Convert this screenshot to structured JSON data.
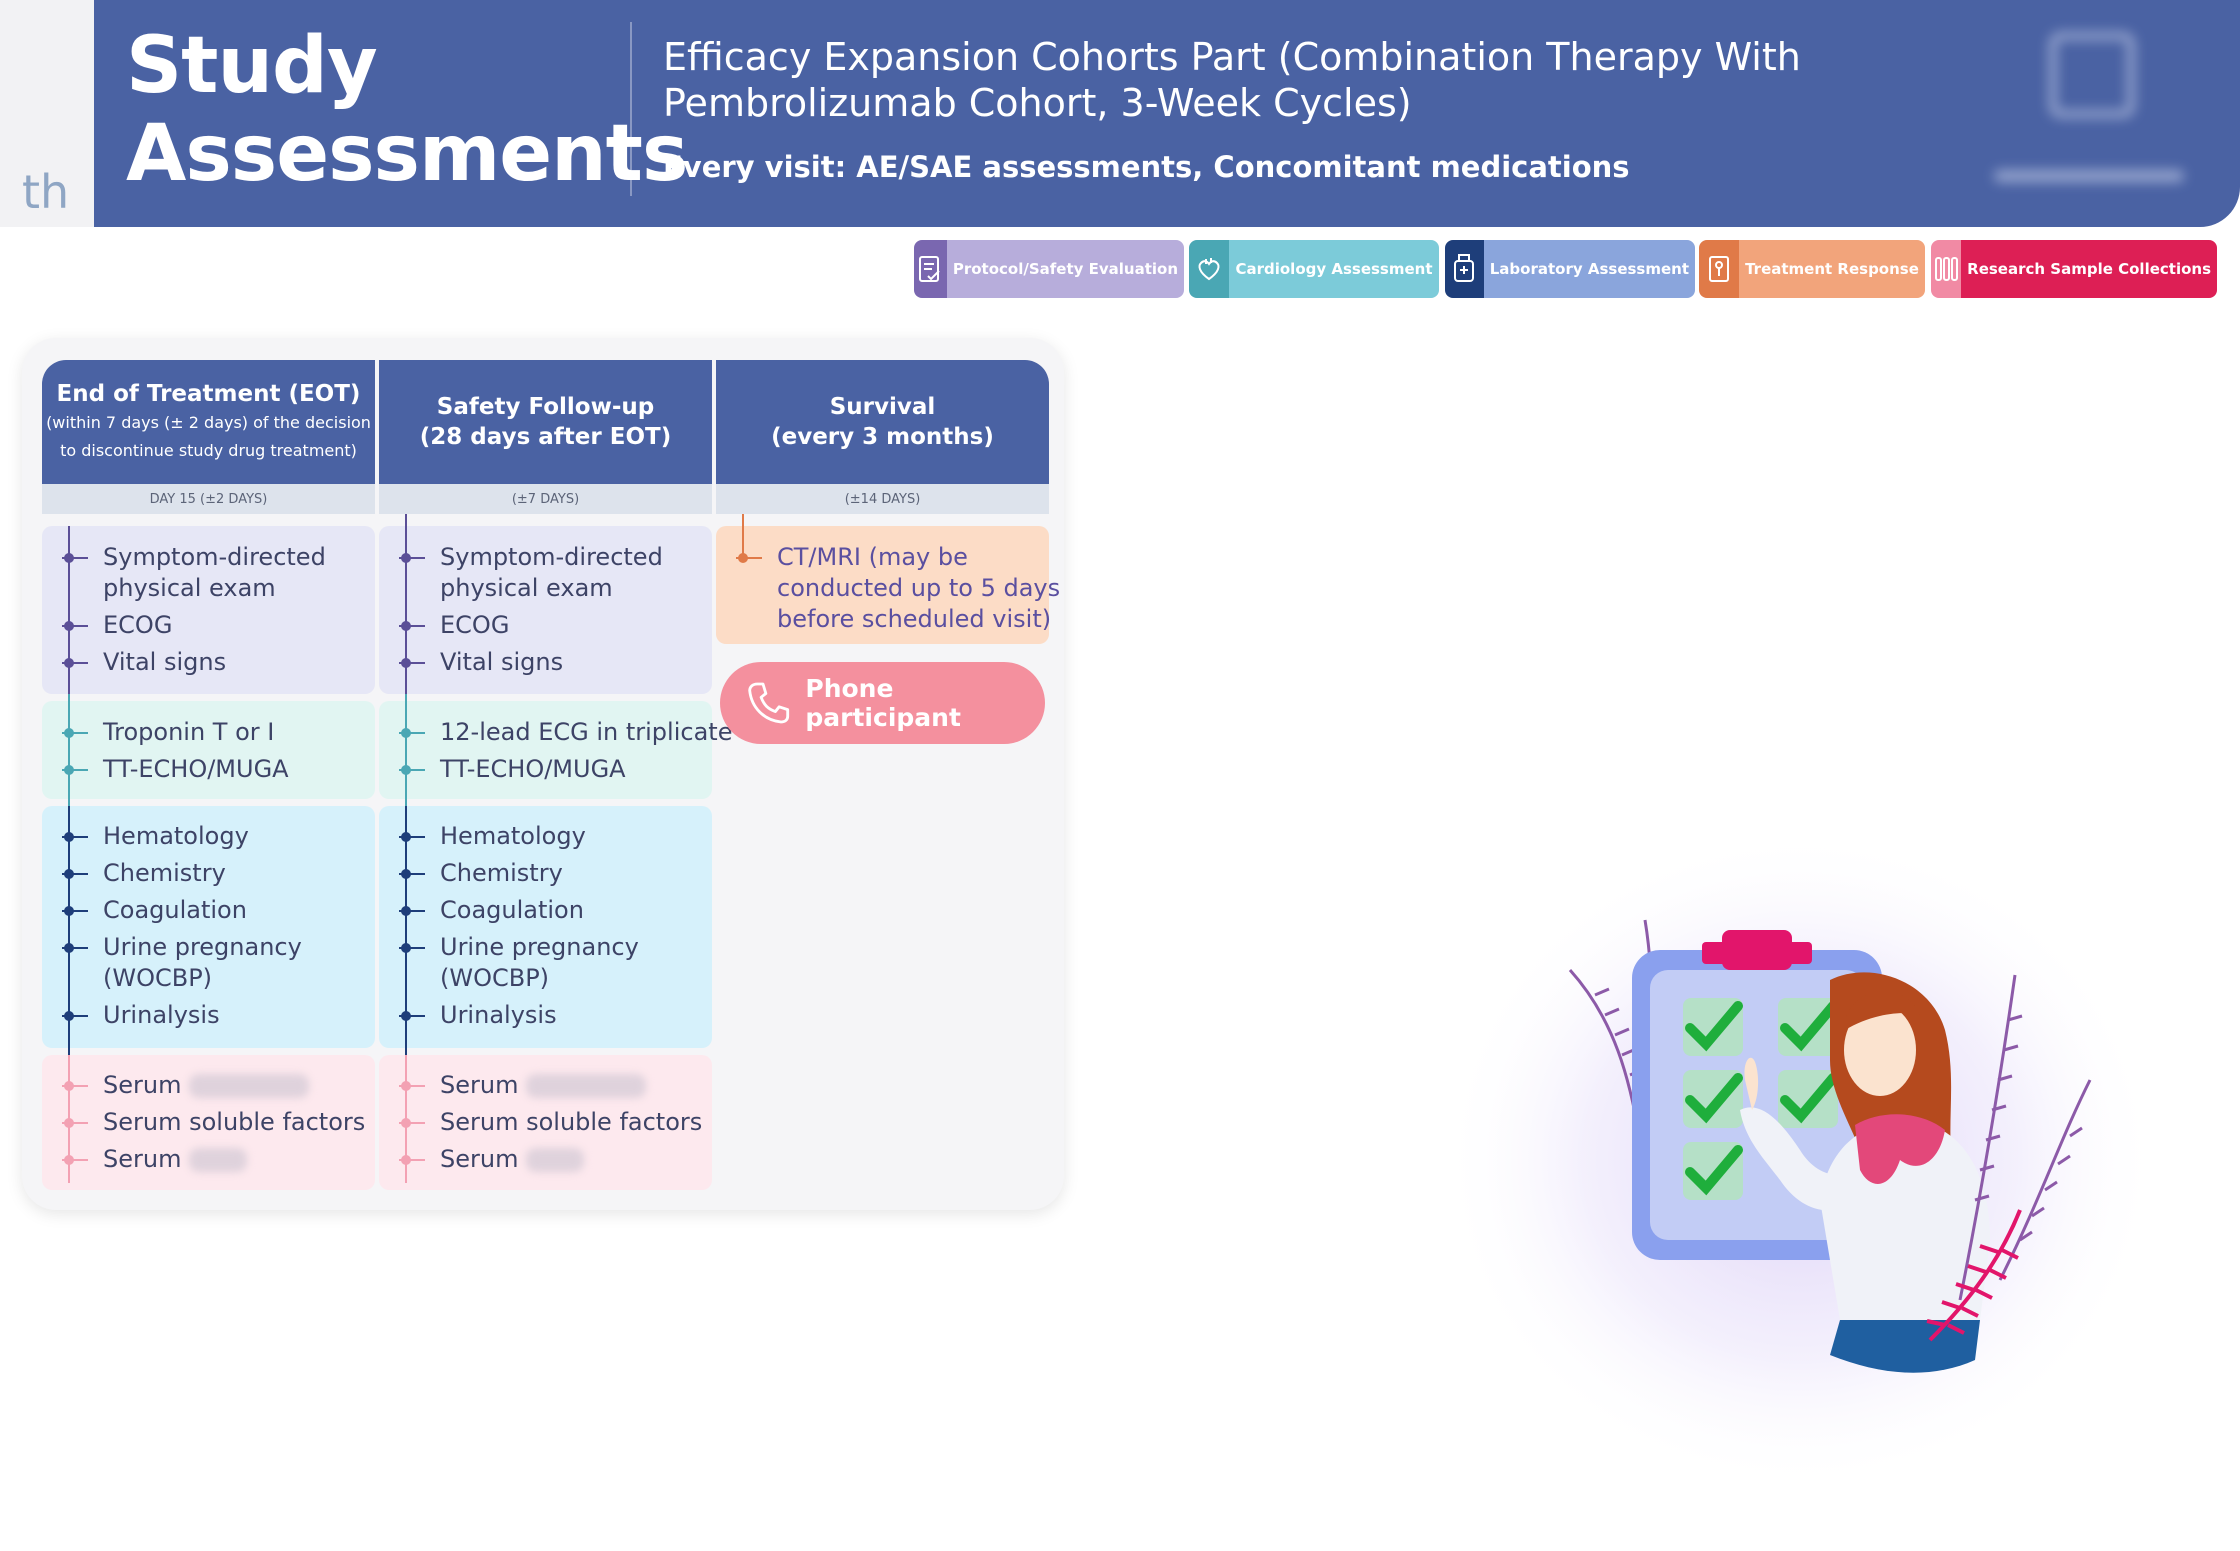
{
  "side_tab": {
    "text": "th"
  },
  "header": {
    "title_line1": "Study",
    "title_line2": "Assessments",
    "subtitle": "Efficacy Expansion Cohorts Part (Combination Therapy With Pembrolizumab Cohort, 3-Week Cycles)",
    "note": "Every visit: AE/SAE assessments, Concomitant medications"
  },
  "legend": [
    {
      "label": "Protocol/Safety Evaluation",
      "icon": "clipboard-icon",
      "color": "#b7addb",
      "icon_bg": "#7a67b0"
    },
    {
      "label": "Cardiology Assessment",
      "icon": "heart-icon",
      "color": "#7ccbd9",
      "icon_bg": "#4aa7b4"
    },
    {
      "label": "Laboratory Assessment",
      "icon": "lab-bottle-icon",
      "color": "#8aa5dc",
      "icon_bg": "#1e3e7a"
    },
    {
      "label": "Treatment Response",
      "icon": "scan-icon",
      "color": "#f2a47b",
      "icon_bg": "#e07a48"
    },
    {
      "label": "Research Sample Collections",
      "icon": "test-tubes-icon",
      "color": "#dd1f55",
      "icon_bg": "#f18aa4"
    }
  ],
  "columns": [
    {
      "title": "End of Treatment (EOT)",
      "subtitle_line1": "(within 7 days (± 2 days) of the decision",
      "subtitle_line2": "to discontinue study drug treatment)",
      "window": "DAY 15 (±2 DAYS)",
      "protocol": [
        "Symptom-directed",
        "physical exam",
        "ECOG",
        "Vital signs"
      ],
      "cardiology": [
        "Troponin T or I",
        "TT-ECHO/MUGA"
      ],
      "laboratory": [
        "Hematology",
        "Chemistry",
        "Coagulation",
        "Urine pregnancy",
        "(WOCBP)",
        "Urinalysis"
      ],
      "research": [
        "Serum",
        "Serum soluble factors",
        "Serum"
      ]
    },
    {
      "title_line1": "Safety Follow-up",
      "title_line2": "(28 days after EOT)",
      "window": "(±7 DAYS)",
      "protocol": [
        "Symptom-directed",
        "physical exam",
        "ECOG",
        "Vital signs"
      ],
      "cardiology": [
        "12-lead ECG in triplicate",
        "TT-ECHO/MUGA"
      ],
      "laboratory": [
        "Hematology",
        "Chemistry",
        "Coagulation",
        "Urine pregnancy",
        "(WOCBP)",
        "Urinalysis"
      ],
      "research": [
        "Serum",
        "Serum soluble factors",
        "Serum"
      ]
    },
    {
      "title_line1": "Survival",
      "title_line2": "(every 3 months)",
      "window": "(±14 DAYS)",
      "response": [
        "CT/MRI (may be",
        "conducted up to 5 days",
        "before scheduled visit)"
      ],
      "phone_label": "Phone participant"
    }
  ]
}
